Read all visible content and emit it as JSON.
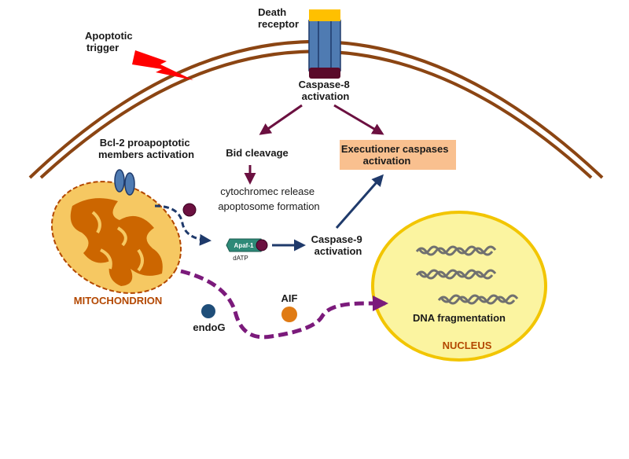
{
  "labels": {
    "death_receptor": [
      "Death",
      "receptor"
    ],
    "apoptotic_trigger": [
      "Apoptotic",
      "trigger"
    ],
    "caspase8": [
      "Caspase-8",
      "activation"
    ],
    "bcl2": [
      "Bcl-2 proapoptotic",
      "members activation"
    ],
    "bid_cleavage": "Bid cleavage",
    "executioner": [
      "Executioner caspases",
      "activation"
    ],
    "cytochrome": [
      "cytochromec release",
      "apoptosome formation"
    ],
    "apaf1": "Apaf-1",
    "datp": "dATP",
    "caspase9": [
      "Caspase-9",
      "activation"
    ],
    "mitochondrion": "MITOCHONDRION",
    "endog": "endoG",
    "aif": "AIF",
    "dna_fragmentation": "DNA fragmentation",
    "nucleus": "NUCLEUS"
  },
  "colors": {
    "membrane": "#8b4513",
    "mito_fill": "#f6c862",
    "mito_inner": "#cc6600",
    "mito_label": "#b34700",
    "receptor_blue": "#4f7bb2",
    "receptor_top": "#ffc000",
    "receptor_bottom": "#5a0a2a",
    "maroon_arrow": "#6b1040",
    "navy_arrow": "#1f3a6b",
    "purple_dash": "#7b1a7b",
    "executioner_box": "#f9c08f",
    "nucleus_fill": "#fbf4a0",
    "nucleus_border": "#f2c500",
    "aif_dot": "#e07b14",
    "endog_dot": "#1f4e79",
    "cyto_dot": "#6b1040",
    "apaf_fill": "#2e8a78",
    "lightning": "#ff0000"
  }
}
